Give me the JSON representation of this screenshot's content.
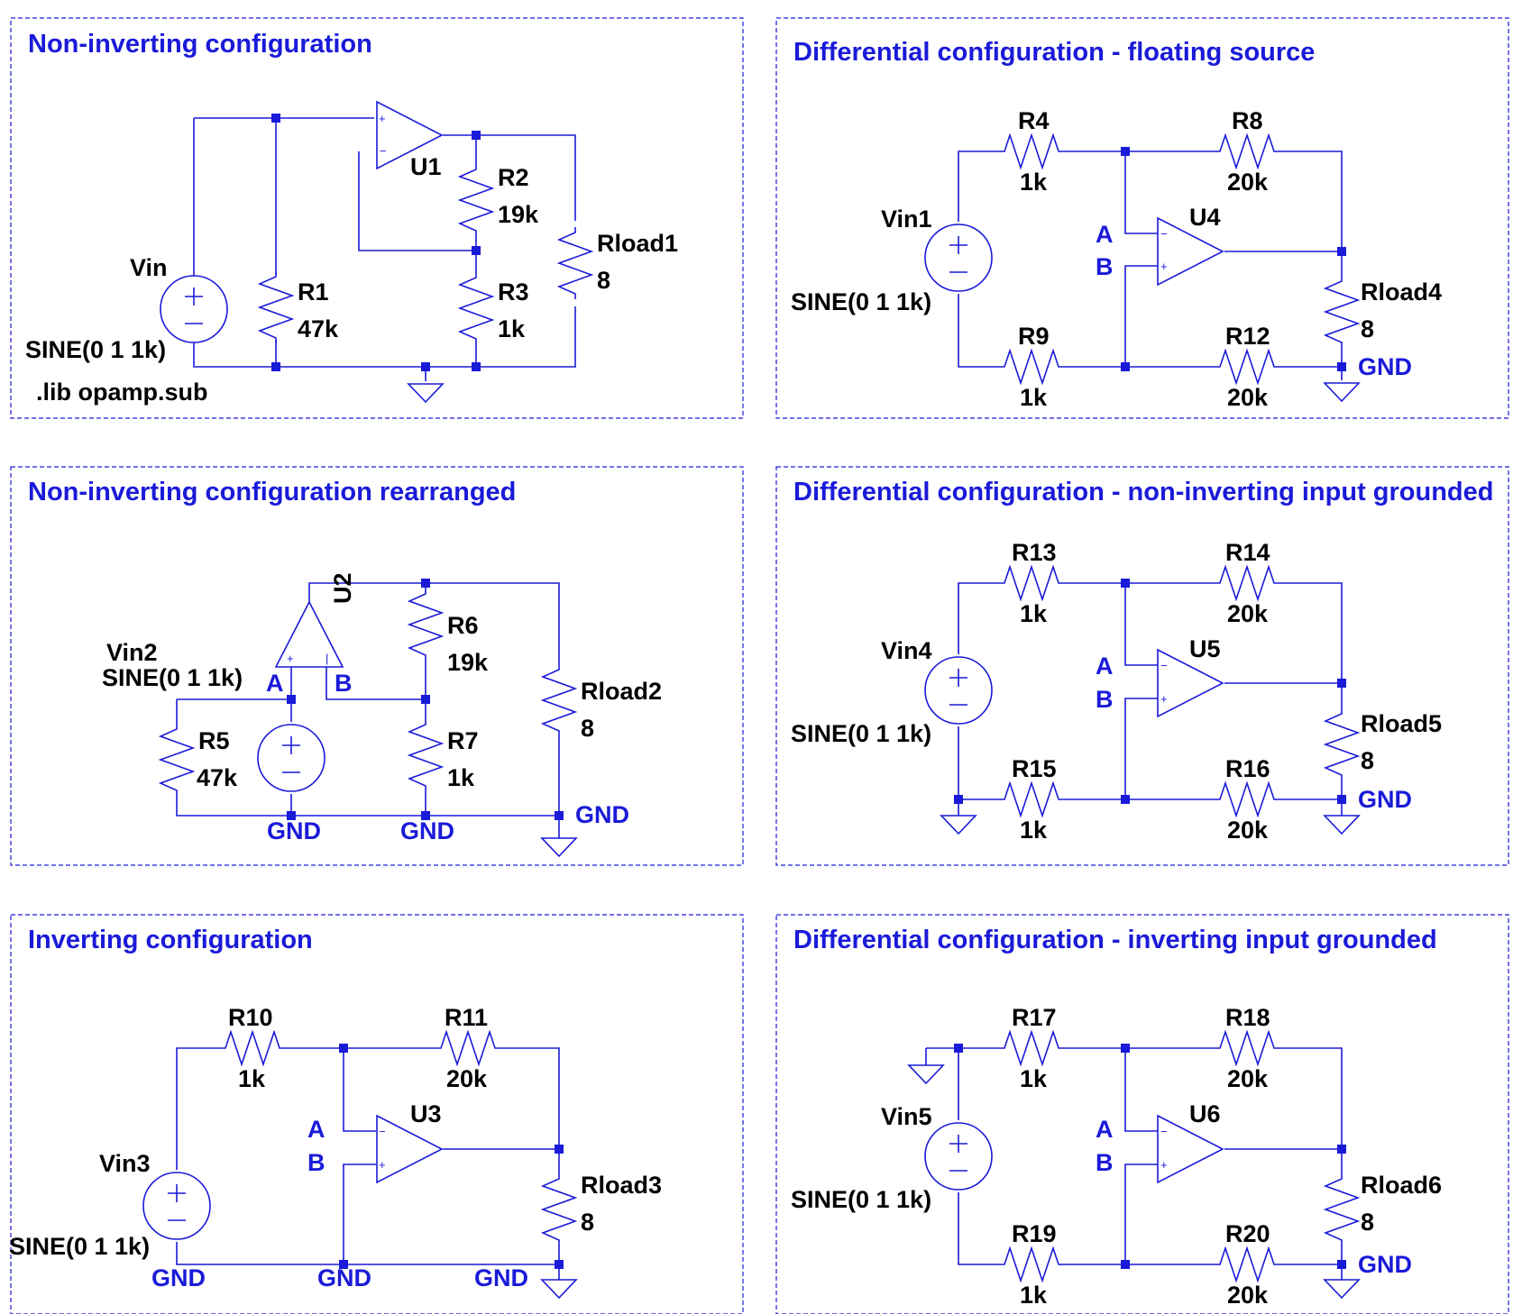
{
  "colors": {
    "wire": "#1a1ad9",
    "text": "#000000",
    "net_label": "#1a1ad9",
    "background": "#ffffff"
  },
  "panels": {
    "p1": {
      "title": "Non-inverting configuration",
      "opamp": "U1",
      "source": {
        "name": "Vin",
        "value": "SINE(0 1 1k)"
      },
      "directive": ".lib opamp.sub",
      "R1": {
        "name": "R1",
        "value": "47k"
      },
      "R2": {
        "name": "R2",
        "value": "19k"
      },
      "R3": {
        "name": "R3",
        "value": "1k"
      },
      "Rload": {
        "name": "Rload1",
        "value": "8"
      }
    },
    "p2": {
      "title": "Differential configuration - floating source",
      "opamp": "U4",
      "source": {
        "name": "Vin1",
        "value": "SINE(0 1 1k)"
      },
      "Rin_top": {
        "name": "R4",
        "value": "1k"
      },
      "Rfb_top": {
        "name": "R8",
        "value": "20k"
      },
      "Rin_bot": {
        "name": "R9",
        "value": "1k"
      },
      "Rfb_bot": {
        "name": "R12",
        "value": "20k"
      },
      "Rload": {
        "name": "Rload4",
        "value": "8"
      },
      "net_a": "A",
      "net_b": "B",
      "gnd": "GND"
    },
    "p3": {
      "title": "Non-inverting configuration rearranged",
      "opamp": "U2",
      "source": {
        "name": "Vin2",
        "value": "SINE(0 1 1k)"
      },
      "R5": {
        "name": "R5",
        "value": "47k"
      },
      "R6": {
        "name": "R6",
        "value": "19k"
      },
      "R7": {
        "name": "R7",
        "value": "1k"
      },
      "Rload": {
        "name": "Rload2",
        "value": "8"
      },
      "net_a": "A",
      "net_b": "B",
      "gnd": "GND"
    },
    "p4": {
      "title": "Differential configuration - non-inverting input grounded",
      "opamp": "U5",
      "source": {
        "name": "Vin4",
        "value": "SINE(0 1 1k)"
      },
      "Rin_top": {
        "name": "R13",
        "value": "1k"
      },
      "Rfb_top": {
        "name": "R14",
        "value": "20k"
      },
      "Rin_bot": {
        "name": "R15",
        "value": "1k"
      },
      "Rfb_bot": {
        "name": "R16",
        "value": "20k"
      },
      "Rload": {
        "name": "Rload5",
        "value": "8"
      },
      "net_a": "A",
      "net_b": "B",
      "gnd": "GND"
    },
    "p5": {
      "title": "Inverting configuration",
      "opamp": "U3",
      "source": {
        "name": "Vin3",
        "value": "SINE(0 1 1k)"
      },
      "Rin": {
        "name": "R10",
        "value": "1k"
      },
      "Rfb": {
        "name": "R11",
        "value": "20k"
      },
      "Rload": {
        "name": "Rload3",
        "value": "8"
      },
      "net_a": "A",
      "net_b": "B",
      "gnd": "GND"
    },
    "p6": {
      "title": "Differential configuration - inverting input grounded",
      "opamp": "U6",
      "source": {
        "name": "Vin5",
        "value": "SINE(0 1 1k)"
      },
      "Rin_top": {
        "name": "R17",
        "value": "1k"
      },
      "Rfb_top": {
        "name": "R18",
        "value": "20k"
      },
      "Rin_bot": {
        "name": "R19",
        "value": "1k"
      },
      "Rfb_bot": {
        "name": "R20",
        "value": "20k"
      },
      "Rload": {
        "name": "Rload6",
        "value": "8"
      },
      "net_a": "A",
      "net_b": "B",
      "gnd": "GND"
    }
  }
}
